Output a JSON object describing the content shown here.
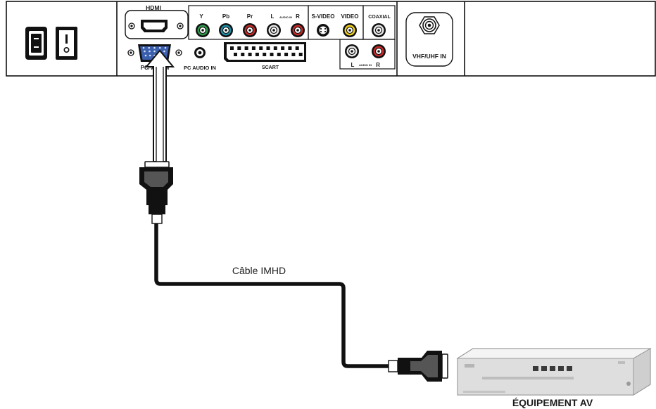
{
  "panel": {
    "hdmi_label": "HDMI",
    "y_label": "Y",
    "pb_label": "Pb",
    "pr_label": "Pr",
    "audio_l_label": "L",
    "audio_in_label": "AUDIO IN",
    "audio_r_label": "R",
    "svideo_label": "S-VIDEO",
    "video_label": "VIDEO",
    "coaxial_label": "COAXIAL",
    "pc_vga_label": "PC/VGA IN",
    "pc_audio_label": "PC AUDIO IN",
    "scart_label": "SCART",
    "audio_in_label_2": "AUDIO IN",
    "audio_l_label_2": "L",
    "audio_r_label_2": "R",
    "vhf_label": "VHF/UHF IN"
  },
  "cable": {
    "label": "Câble IMHD"
  },
  "device": {
    "label": "ÉQUIPEMENT AV"
  },
  "colors": {
    "y": "#2e9a4a",
    "pb": "#1d8fa6",
    "pr": "#c72a2a",
    "white_jack": "#e8e8e8",
    "video_yellow": "#f2d21a",
    "red_jack": "#c72a2a",
    "vga_blue": "#3a5fae"
  }
}
